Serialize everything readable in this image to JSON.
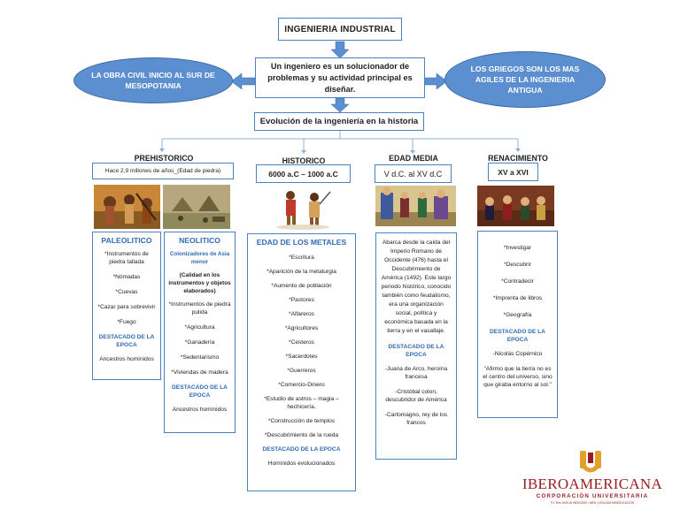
{
  "header": {
    "title": "INGENIERIA INDUSTRIAL",
    "definition": "Un ingeniero es un solucionador de problemas y su actividad principal es diseñar.",
    "evolution": "Evolución de la ingeniería en la historia"
  },
  "side_notes": {
    "left": "LA OBRA CIVIL INICIO AL SUR DE MESOPOTANIA",
    "right": "LOS GRIEGOS SON LOS MAS AGILES DE LA INGENIERIA ANTIGUA"
  },
  "periods": {
    "prehistorico": {
      "label": "PREHISTORICO",
      "dates": "Hace 2,9 millones de años_(Edad de piedra)"
    },
    "historico": {
      "label": "HISTORICO",
      "dates": "6000 a.C – 1000 a.C"
    },
    "edad_media": {
      "label": "EDAD MEDIA",
      "dates": "V d.C. al XV d.C"
    },
    "renacimiento": {
      "label": "RENACIMIENTO",
      "dates": "XV a XVI"
    }
  },
  "cards": {
    "paleolitico": {
      "heading": "PALEOLITICO",
      "items": [
        "*Instrumentos de piedra tallada",
        "*Nómadas",
        "*Cuevas",
        "*Cazar para sobrevivir",
        "*Fuego"
      ],
      "featured_label": "DESTACADO DE LA EPOCA",
      "featured": "Ancestros homínidos"
    },
    "neolitico": {
      "heading": "NEOLITICO",
      "subheading": "Colonizadores de Asia menor",
      "note": "(Calidad en los instrumentos y objetos elaborados)",
      "items": [
        "*Instrumentos de piedra pulida",
        "*Agricultura",
        "*Ganadería",
        "*Sedentarismo",
        "*Viviendas de madera"
      ],
      "featured_label": "DESTACADO DE LA EPOCA",
      "featured": "Ancestros homínidos"
    },
    "metales": {
      "heading": "EDAD DE LOS METALES",
      "items": [
        "*Escritura",
        "*Aparición de la metalurgia",
        "*Aumento de población",
        "*Pastores",
        "*Alfareros",
        "*Agricultores",
        "*Cesteros",
        "*Sacerdotes",
        "*Guerreros",
        "*Comercio-Dinero",
        "*Estudio de astros – magia – hechicería.",
        "*Construcción de templos",
        "*Descubrimiento de la rueda"
      ],
      "featured_label": "DESTACADO DE LA EPOCA",
      "featured": "Homínidos evolucionados"
    },
    "edad_media": {
      "text": "Abarca desde la caída del Imperio Romano de Occidente (476) hasta el Descubrimiento de América (1492). Este largo periodo histórico, conocido también como feudalismo, era una organización social, política y económica basada en la tierra y en el vasallaje.",
      "featured_label": "DESTACADO DE LA EPOCA",
      "items": [
        "-Juana de Arco, heroína francesa",
        "-Cristóbal colon, descubridor de América",
        "-Carlomagno, rey de los francos"
      ]
    },
    "renacimiento": {
      "items": [
        "*Investigar",
        "*Descubrir",
        "*Contradecir",
        "*Imprenta de libros",
        "*Geografía"
      ],
      "featured_label": "DESTACADO DE LA EPOCA",
      "featured": "-Nicolás Copérnico",
      "quote": "\"Afirmo que la tierra no es el centro del universo, sino que giraba entorno al sol.\""
    }
  },
  "logo": {
    "name": "IBEROAMERICANA",
    "tagline": "CORPORACIÓN UNIVERSITARIA",
    "fineprint": "P.J. Res 0426 de 08/30/2005 • MEN | VIGILADA MINEDUCACIÓN",
    "colors": {
      "gold": "#e2a12a",
      "red": "#9b1b1f"
    }
  },
  "colors": {
    "accent_blue": "#4f81bd",
    "ellipse_blue": "#5b8fd0",
    "heading_blue": "#2e6cb5"
  }
}
